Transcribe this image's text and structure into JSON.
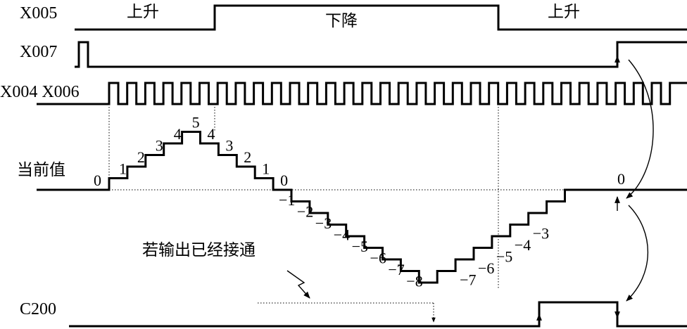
{
  "signals": {
    "x005": "X005",
    "x007": "X007",
    "x004_x006": "X004 X006",
    "current_value": "当前值",
    "c200": "C200"
  },
  "x005_states": {
    "up_left": "上升",
    "down": "下降",
    "up_right": "上升"
  },
  "annotation": "若输出已经接通",
  "count_values": {
    "rising": [
      "0",
      "1",
      "2",
      "3",
      "4",
      "5"
    ],
    "falling": [
      "4",
      "3",
      "2",
      "1",
      "0",
      "−1",
      "−2",
      "−3",
      "−4",
      "−5",
      "−6",
      "−7",
      "−8"
    ],
    "rising_again": [
      "−7",
      "−6",
      "−5",
      "−4",
      "−3",
      "0"
    ]
  }
}
